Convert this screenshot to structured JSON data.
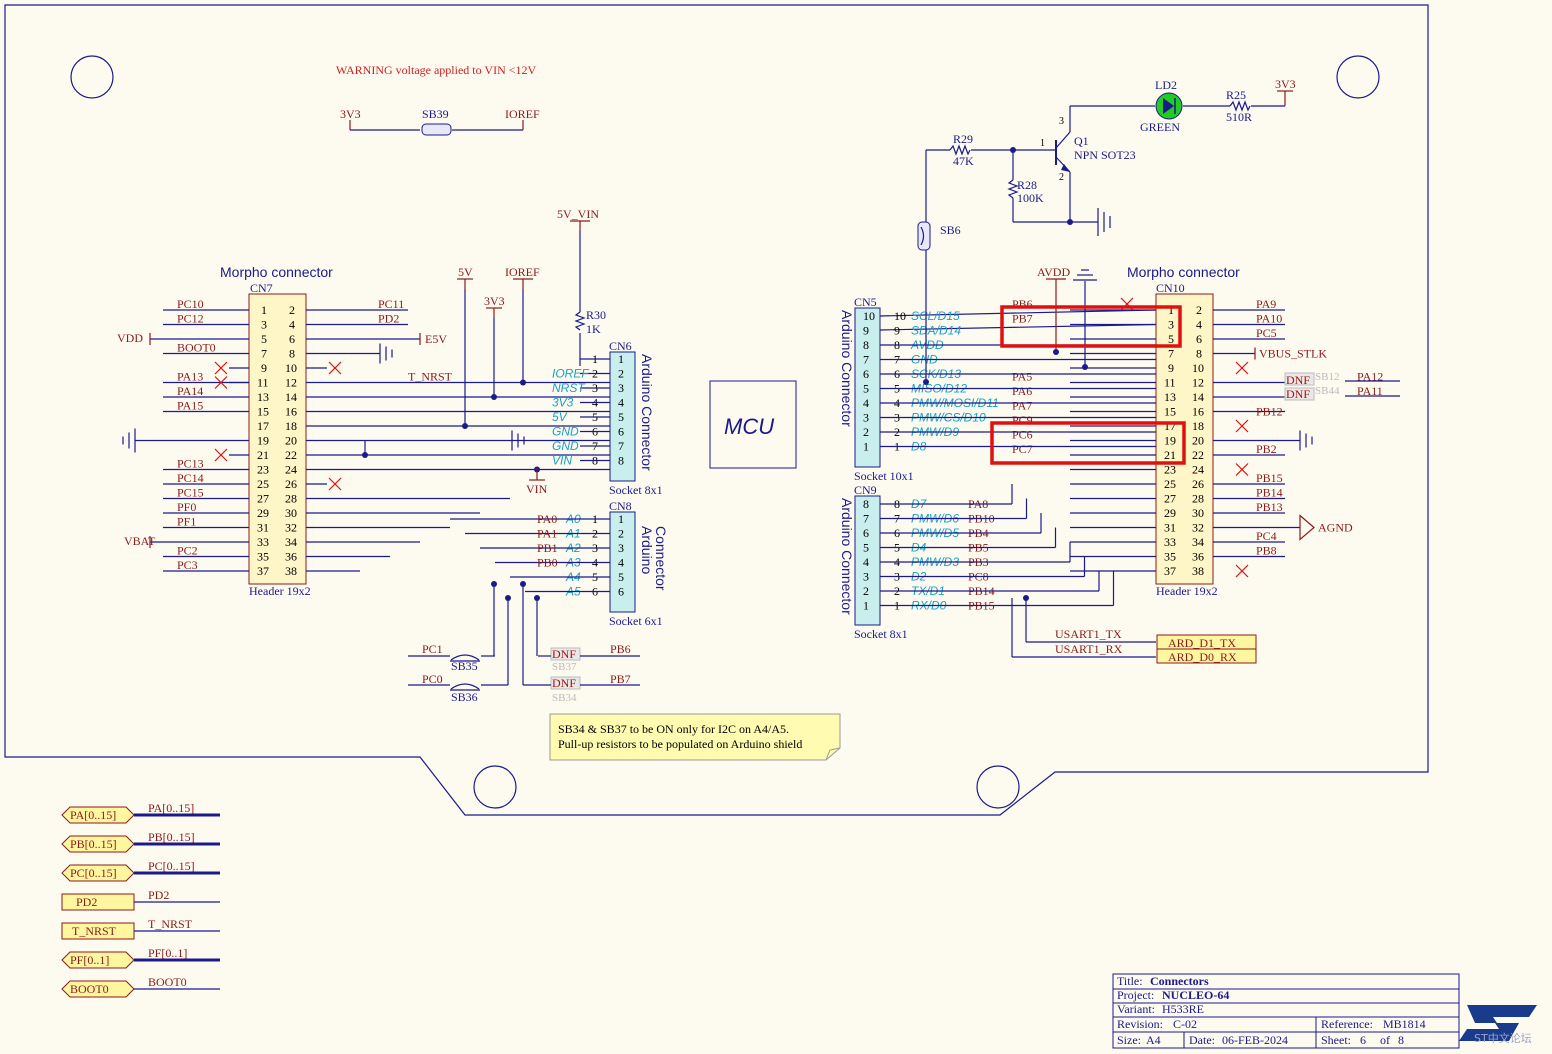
{
  "warning": "WARNING voltage applied to VIN <12V",
  "mcu_label": "MCU",
  "cn7": {
    "title": "Morpho connector",
    "ref": "CN7",
    "footer": "Header 19x2",
    "left_nets": [
      "PC10",
      "PC12",
      "BOOT0",
      "PA13",
      "PA14",
      "PA15",
      "PC13",
      "PC14",
      "PC15",
      "PF0",
      "PF1",
      "PC2",
      "PC3"
    ],
    "right_nets": [
      "PC11",
      "PD2",
      "E5V",
      "T_NRST"
    ]
  },
  "cn10": {
    "title": "Morpho connector",
    "ref": "CN10",
    "footer": "Header 19x2",
    "left_nets": [
      "PB6",
      "PB7",
      "PA5",
      "PA6",
      "PA7",
      "PC9",
      "PC6",
      "PC7"
    ],
    "right_nets": [
      "PA9",
      "PA10",
      "PC5",
      "VBUS_STLK",
      "PA12",
      "PA11",
      "PB12",
      "PB2",
      "PB15",
      "PB14",
      "PB13",
      "PC4",
      "PB8",
      "AGND"
    ]
  },
  "cn6": {
    "ref": "CN6",
    "title": "Arduino Connector",
    "footer": "Socket 8x1",
    "signals": [
      "IOREF",
      "NRST",
      "3V3",
      "5V",
      "GND",
      "GND",
      "VIN"
    ]
  },
  "cn8": {
    "ref": "CN8",
    "title": "Arduino Connector",
    "footer": "Socket 6x1",
    "signals": [
      "A0",
      "A1",
      "A2",
      "A3",
      "A4",
      "A5"
    ],
    "nets": [
      "PA0",
      "PA1",
      "PB1",
      "PB0"
    ]
  },
  "cn5": {
    "ref": "CN5",
    "title": "Arduino Connector",
    "footer": "Socket 10x1",
    "signals": [
      "SCL/D15",
      "SDA/D14",
      "AVDD",
      "GND",
      "SCK/D13",
      "MISO/D12",
      "PMW/MOSI/D11",
      "PMW/CS/D10",
      "PMW/D9",
      "D8"
    ]
  },
  "cn9": {
    "ref": "CN9",
    "title": "Arduino Connector",
    "footer": "Socket 8x1",
    "signals": [
      "D7",
      "PMW/D6",
      "PMW/D5",
      "D4",
      "PMW/D3",
      "D2",
      "TX/D1",
      "RX/D0"
    ],
    "nets": [
      "PA8",
      "PB10",
      "PB4",
      "PB5",
      "PB3",
      "PC8",
      "PB14",
      "PB15"
    ]
  },
  "power_nets": {
    "v3v3": "3V3",
    "ioref": "IOREF",
    "v5": "5V",
    "v5vin": "5V_VIN",
    "vdd": "VDD",
    "vbat": "VBAT",
    "vin": "VIN",
    "avdd": "AVDD"
  },
  "components": {
    "sb39": "SB39",
    "sb35": "SB35",
    "sb36": "SB36",
    "sb37": "SB37",
    "sb34": "SB34",
    "sb6": "SB6",
    "sb12": "SB12",
    "sb44": "SB44",
    "r30": "R30",
    "r30v": "1K",
    "r29": "R29",
    "r29v": "47K",
    "r28": "R28",
    "r28v": "100K",
    "r25": "R25",
    "r25v": "510R",
    "q1": "Q1",
    "q1v": "NPN SOT23",
    "ld2": "LD2",
    "ld2v": "GREEN",
    "dnf": "DNF"
  },
  "sb_nets": {
    "pc1": "PC1",
    "pc0": "PC0",
    "pb6": "PB6",
    "pb7": "PB7"
  },
  "usart": {
    "tx": "USART1_TX",
    "rx": "USART1_RX",
    "tx_port": "ARD_D1_TX",
    "rx_port": "ARD_D0_RX"
  },
  "note": [
    "SB34 & SB37 to be ON only for I2C on A4/A5.",
    "Pull-up resistors to be populated on Arduino shield"
  ],
  "ports": [
    {
      "label": "PA[0..15]",
      "net": "PA[0..15]"
    },
    {
      "label": "PB[0..15]",
      "net": "PB[0..15]"
    },
    {
      "label": "PC[0..15]",
      "net": "PC[0..15]"
    },
    {
      "label": "PD2",
      "net": "PD2"
    },
    {
      "label": "T_NRST",
      "net": "T_NRST"
    },
    {
      "label": "PF[0..1]",
      "net": "PF[0..1]"
    },
    {
      "label": "BOOT0",
      "net": "BOOT0"
    }
  ],
  "title_block": {
    "title_k": "Title:",
    "title": "Connectors",
    "project_k": "Project:",
    "project": "NUCLEO-64",
    "variant_k": "Variant:",
    "variant": "H533RE",
    "revision_k": "Revision:",
    "revision": "C-02",
    "reference_k": "Reference:",
    "reference": "MB1814",
    "size_k": "Size:",
    "size": "A4",
    "date_k": "Date:",
    "date": "06-FEB-2024",
    "sheet_k": "Sheet:",
    "sheet": "6",
    "of_k": "of",
    "of": "8",
    "watermark": "ST中文论坛"
  },
  "colors": {
    "wire": "#1a1a8b",
    "net": "#8b1a1a",
    "highlight": "#e01010",
    "header_fill": "#fff6c8",
    "socket_fill": "#c8eeee",
    "led": "#22cc22"
  }
}
